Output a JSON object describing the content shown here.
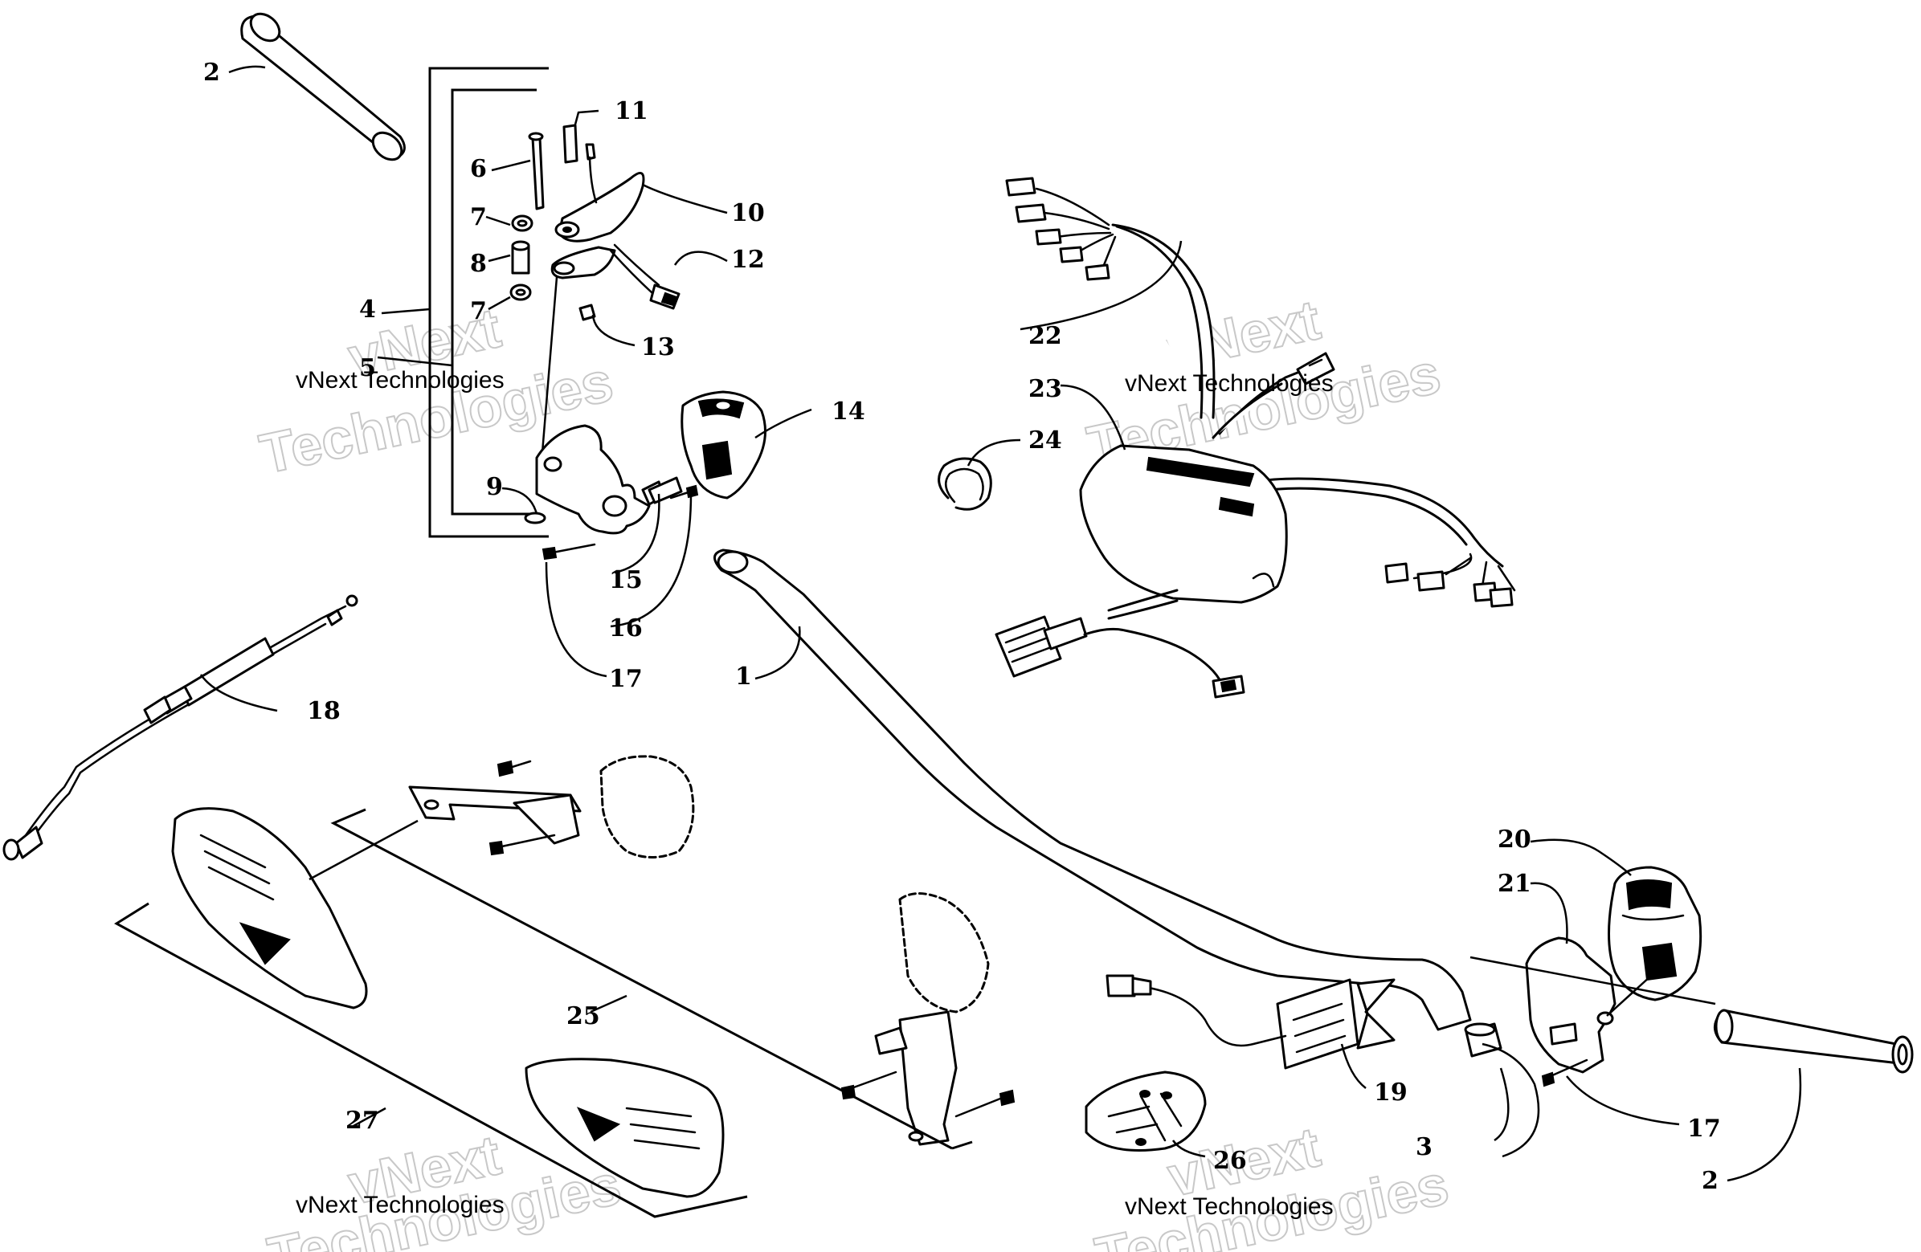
{
  "callouts": [
    {
      "id": "c1",
      "label": "1"
    },
    {
      "id": "c2a",
      "label": "2"
    },
    {
      "id": "c2b",
      "label": "2"
    },
    {
      "id": "c3",
      "label": "3"
    },
    {
      "id": "c4",
      "label": "4"
    },
    {
      "id": "c5",
      "label": "5"
    },
    {
      "id": "c6",
      "label": "6"
    },
    {
      "id": "c7a",
      "label": "7"
    },
    {
      "id": "c7b",
      "label": "7"
    },
    {
      "id": "c8",
      "label": "8"
    },
    {
      "id": "c9",
      "label": "9"
    },
    {
      "id": "c10",
      "label": "10"
    },
    {
      "id": "c11",
      "label": "11"
    },
    {
      "id": "c12",
      "label": "12"
    },
    {
      "id": "c13",
      "label": "13"
    },
    {
      "id": "c14",
      "label": "14"
    },
    {
      "id": "c15",
      "label": "15"
    },
    {
      "id": "c16",
      "label": "16"
    },
    {
      "id": "c17a",
      "label": "17"
    },
    {
      "id": "c17b",
      "label": "17"
    },
    {
      "id": "c18",
      "label": "18"
    },
    {
      "id": "c19",
      "label": "19"
    },
    {
      "id": "c20",
      "label": "20"
    },
    {
      "id": "c21",
      "label": "21"
    },
    {
      "id": "c22",
      "label": "22"
    },
    {
      "id": "c23",
      "label": "23"
    },
    {
      "id": "c24",
      "label": "24"
    },
    {
      "id": "c25",
      "label": "25"
    },
    {
      "id": "c26",
      "label": "26"
    },
    {
      "id": "c27",
      "label": "27"
    }
  ],
  "watermark": {
    "brand": "vNext",
    "word": "Technologies",
    "full": "vNext Technologies"
  },
  "colors": {
    "ink": "#000000",
    "paper": "#ffffff",
    "watermark_ghost": "#c8c8c8"
  }
}
